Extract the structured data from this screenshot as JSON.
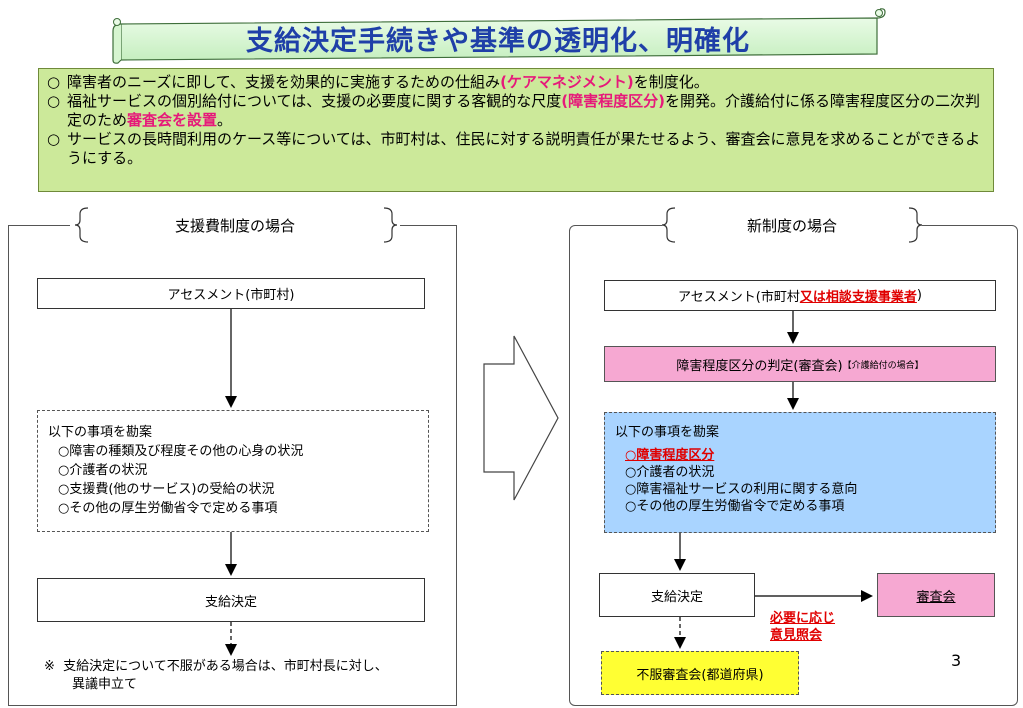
{
  "title": "支給決定手続きや基準の透明化、明確化",
  "summary": {
    "items": [
      {
        "mark": "○",
        "parts": [
          "障害者のニーズに即して、支援を効果的に実施するための仕組み",
          "(ケアマネジメント)",
          "を制度化。"
        ]
      },
      {
        "mark": "○",
        "parts": [
          "福祉サービスの個別給付については、支援の必要度に関する客観的な尺度",
          "(障害程度区分)",
          "を開発。介護給付に係る障害程度区分の二次判定のため",
          "審査会を設置",
          "。"
        ]
      },
      {
        "mark": "○",
        "parts": [
          "サービスの長時間利用のケース等については、市町村は、住民に対する説明責任が果たせるよう、審査会に意見を求めることができるようにする。"
        ]
      }
    ]
  },
  "left": {
    "header": "支援費制度の場合",
    "assessment": "アセスメント(市町村)",
    "consider_title": "以下の事項を勘案",
    "consider_items": [
      "○障害の種類及び程度その他の心身の状況",
      "○介護者の状況",
      "○支援費(他のサービス)の受給の状況",
      "○その他の厚生労働省令で定める事項"
    ],
    "decision": "支給決定",
    "note_mark": "※",
    "note_line1": "支給決定について不服がある場合は、市町村長に対し、",
    "note_line2": "異議申立て"
  },
  "right": {
    "header": "新制度の場合",
    "assessment_prefix": "アセスメント(市町村",
    "assessment_red": "又は相談支援事業者",
    "assessment_suffix": ")",
    "judge": "障害程度区分の判定(審査会)",
    "judge_small": "【介護給付の場合】",
    "consider_title": "以下の事項を勘案",
    "consider_red_item": "○障害程度区分",
    "consider_items": [
      "○介護者の状況",
      "○障害福祉サービスの利用に関する意向",
      "○その他の厚生労働省令で定める事項"
    ],
    "decision": "支給決定",
    "council": "審査会",
    "consult_line1": "必要に応じ",
    "consult_line2": "意見照会",
    "appeal": "不服審査会(都道府県)"
  },
  "page_number": "3",
  "colors": {
    "title_text": "#1f3fa8",
    "summary_bg": "#cce99a",
    "highlight_pink": "#e6197a",
    "judge_bg": "#f6a8d2",
    "consider_bg": "#a9d4ff",
    "appeal_bg": "#ffff33",
    "emphasis_red": "#e00000"
  }
}
